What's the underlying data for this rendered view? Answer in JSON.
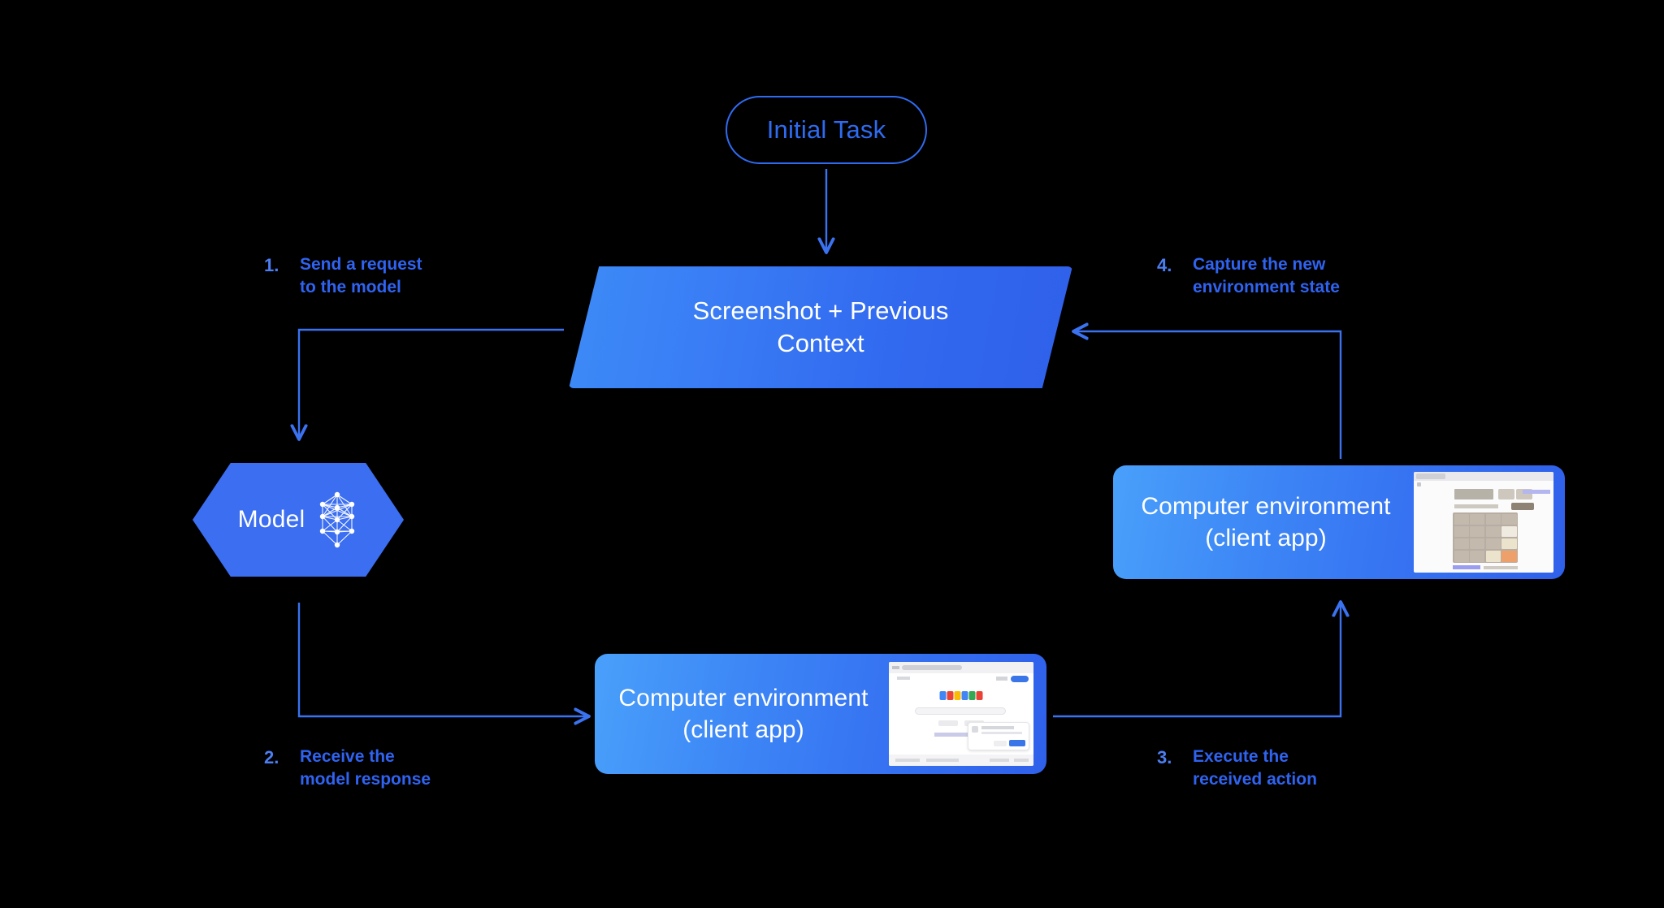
{
  "diagram": {
    "title_node": {
      "label": "Initial Task"
    },
    "context_node": {
      "label": "Screenshot + Previous\nContext",
      "line1": "Screenshot + Previous",
      "line2": "Context"
    },
    "model_node": {
      "label": "Model",
      "icon": "neural-network-icon"
    },
    "env_right": {
      "line1": "Computer environment",
      "line2": "(client app)",
      "thumbnail": "2048-game-screenshot"
    },
    "env_bottom": {
      "line1": "Computer environment",
      "line2": "(client app)",
      "thumbnail": "google-search-screenshot"
    },
    "steps": [
      {
        "num": "1.",
        "caption": "Send a request\nto the model"
      },
      {
        "num": "2.",
        "caption": "Receive the\nmodel response"
      },
      {
        "num": "3.",
        "caption": "Execute the\nreceived action"
      },
      {
        "num": "4.",
        "caption": "Capture the new\nenvironment state"
      }
    ],
    "colors": {
      "background": "#000000",
      "accent_blue": "#2f63f0",
      "step_number": "#4c7ef3",
      "arrow": "#3b72f0",
      "node_gradient_start": "#49a0fa",
      "node_gradient_end": "#2f60ea",
      "text_on_node": "#ffffff"
    },
    "thumb_2048": {
      "site": "2048.org",
      "grid_rows": [
        [
          "",
          "",
          "",
          ""
        ],
        [
          "",
          "",
          "",
          "2"
        ],
        [
          "",
          "",
          "",
          "4"
        ],
        [
          "",
          "",
          "4",
          "8"
        ]
      ]
    },
    "thumb_google": {
      "logo": "google-logo",
      "popup": "sign-in-popup"
    }
  }
}
